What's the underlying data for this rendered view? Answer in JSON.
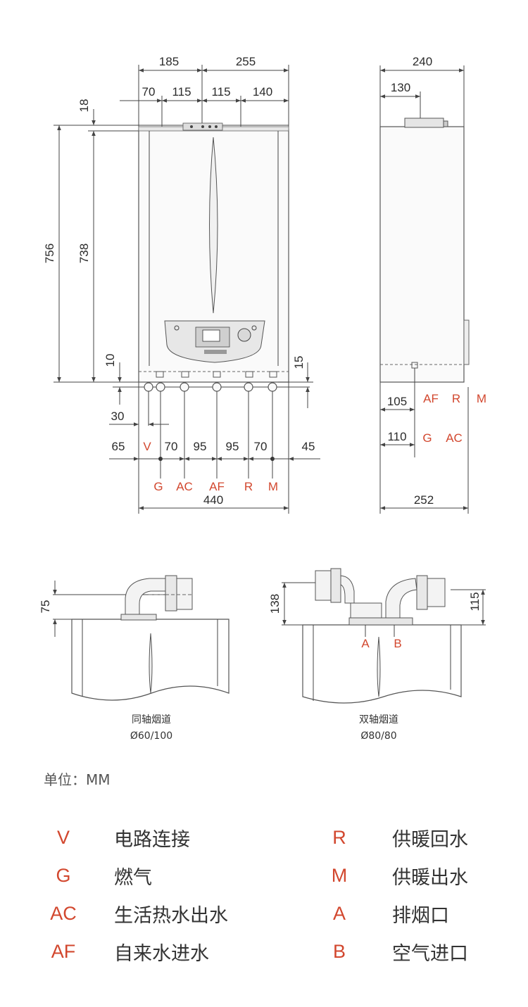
{
  "front_top_dims": [
    "185",
    "255"
  ],
  "front_second_dims": [
    "70",
    "115",
    "115",
    "140"
  ],
  "front_left_dims": [
    "18",
    "756",
    "738",
    "10"
  ],
  "front_right_dim": "15",
  "front_bottom_row1": [
    "30"
  ],
  "front_bottom_row2": [
    "65",
    "70",
    "95",
    "95",
    "70",
    "45"
  ],
  "front_bottom_total": "440",
  "front_codes_top": [
    "V"
  ],
  "front_codes_bottom": [
    "G",
    "AC",
    "AF",
    "R",
    "M"
  ],
  "side_top_dims": [
    "240",
    "130"
  ],
  "side_row1": {
    "dim": "105",
    "codes": [
      "AF",
      "R",
      "M"
    ]
  },
  "side_row2": {
    "dim": "110",
    "codes": [
      "G",
      "AC"
    ]
  },
  "side_bottom_total": "252",
  "coaxial": {
    "dim": "75",
    "title": "同轴烟道",
    "size": "Ø60/100"
  },
  "twin": {
    "dim_left": "138",
    "dim_right": "115",
    "codes": [
      "A",
      "B"
    ],
    "title": "双轴烟道",
    "size": "Ø80/80"
  },
  "unit_label": "单位：MM",
  "legend_left": [
    {
      "code": "V",
      "name": "电路连接"
    },
    {
      "code": "G",
      "name": "燃气"
    },
    {
      "code": "AC",
      "name": "生活热水出水"
    },
    {
      "code": "AF",
      "name": "自来水进水"
    }
  ],
  "legend_right": [
    {
      "code": "R",
      "name": "供暖回水"
    },
    {
      "code": "M",
      "name": "供暖出水"
    },
    {
      "code": "A",
      "name": "排烟口"
    },
    {
      "code": "B",
      "name": "空气进口"
    }
  ]
}
